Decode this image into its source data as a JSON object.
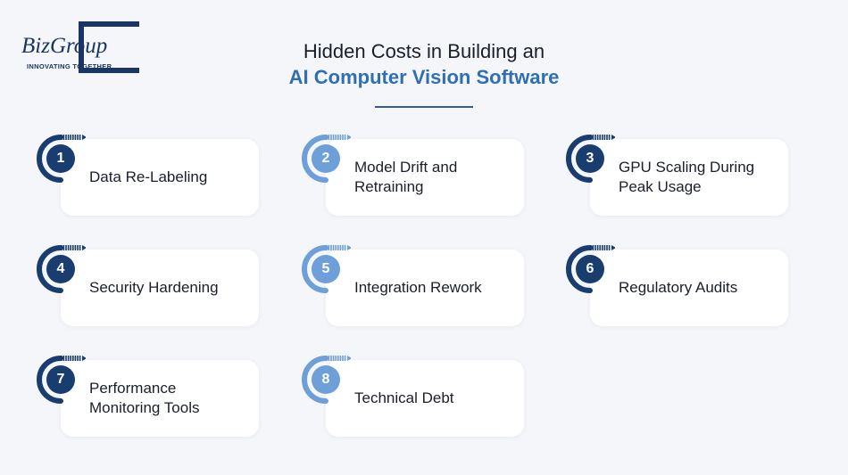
{
  "brand": {
    "logo_text": "BizGroup",
    "tagline": "INNOVATING TOGETHER",
    "color": "#1a3564"
  },
  "title": {
    "line1": "Hidden Costs in Building an",
    "line2": "AI Computer Vision Software"
  },
  "colors": {
    "dark": "#1a3d70",
    "light": "#6e9fd8",
    "accent": "#2f6fb2"
  },
  "items": [
    {
      "number": "1",
      "label": "Data Re-Labeling",
      "tone": "dark"
    },
    {
      "number": "2",
      "label": "Model Drift and Retraining",
      "tone": "light"
    },
    {
      "number": "3",
      "label": "GPU Scaling During Peak Usage",
      "tone": "dark"
    },
    {
      "number": "4",
      "label": "Security Hardening",
      "tone": "dark"
    },
    {
      "number": "5",
      "label": "Integration Rework",
      "tone": "light"
    },
    {
      "number": "6",
      "label": "Regulatory Audits",
      "tone": "dark"
    },
    {
      "number": "7",
      "label": "Performance Monitoring Tools",
      "tone": "dark"
    },
    {
      "number": "8",
      "label": "Technical Debt",
      "tone": "light"
    }
  ]
}
